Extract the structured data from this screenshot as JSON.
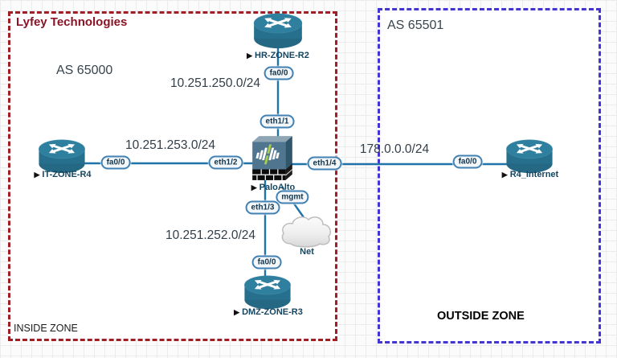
{
  "zones": {
    "inside": {
      "title": "Lyfey Technologies",
      "as_number": "AS 65000",
      "zone_label": "INSIDE ZONE"
    },
    "outside": {
      "as_number": "AS 65501",
      "zone_label": "OUTSIDE ZONE"
    }
  },
  "node_marker": "▶",
  "nodes": {
    "hr_router": {
      "label": "HR-ZONE-R2",
      "type": "router"
    },
    "it_router": {
      "label": "IT-ZONE-R4",
      "type": "router"
    },
    "dmz_router": {
      "label": "DMZ-ZONE-R3",
      "type": "router"
    },
    "internet_router": {
      "label": "R4_Internet",
      "type": "router"
    },
    "firewall": {
      "label": "PaloAlto",
      "type": "firewall"
    },
    "cloud": {
      "label": "Net",
      "type": "cloud"
    }
  },
  "interfaces": {
    "hr_fa00": "fa0/0",
    "it_fa00": "fa0/0",
    "dmz_fa00": "fa0/0",
    "internet_fa00": "fa0/0",
    "fw_eth11": "eth1/1",
    "fw_eth12": "eth1/2",
    "fw_eth13": "eth1/3",
    "fw_eth14": "eth1/4",
    "fw_mgmt": "mgmt"
  },
  "networks": {
    "hr_link": "10.251.250.0/24",
    "it_link": "10.251.253.0/24",
    "dmz_link": "10.251.252.0/24",
    "wan_link": "178.0.0.0/24"
  },
  "colors": {
    "inside_border": "#a01f24",
    "outside_border": "#4334d4",
    "link_line": "#1f73a8",
    "router_body": "#27708d"
  }
}
